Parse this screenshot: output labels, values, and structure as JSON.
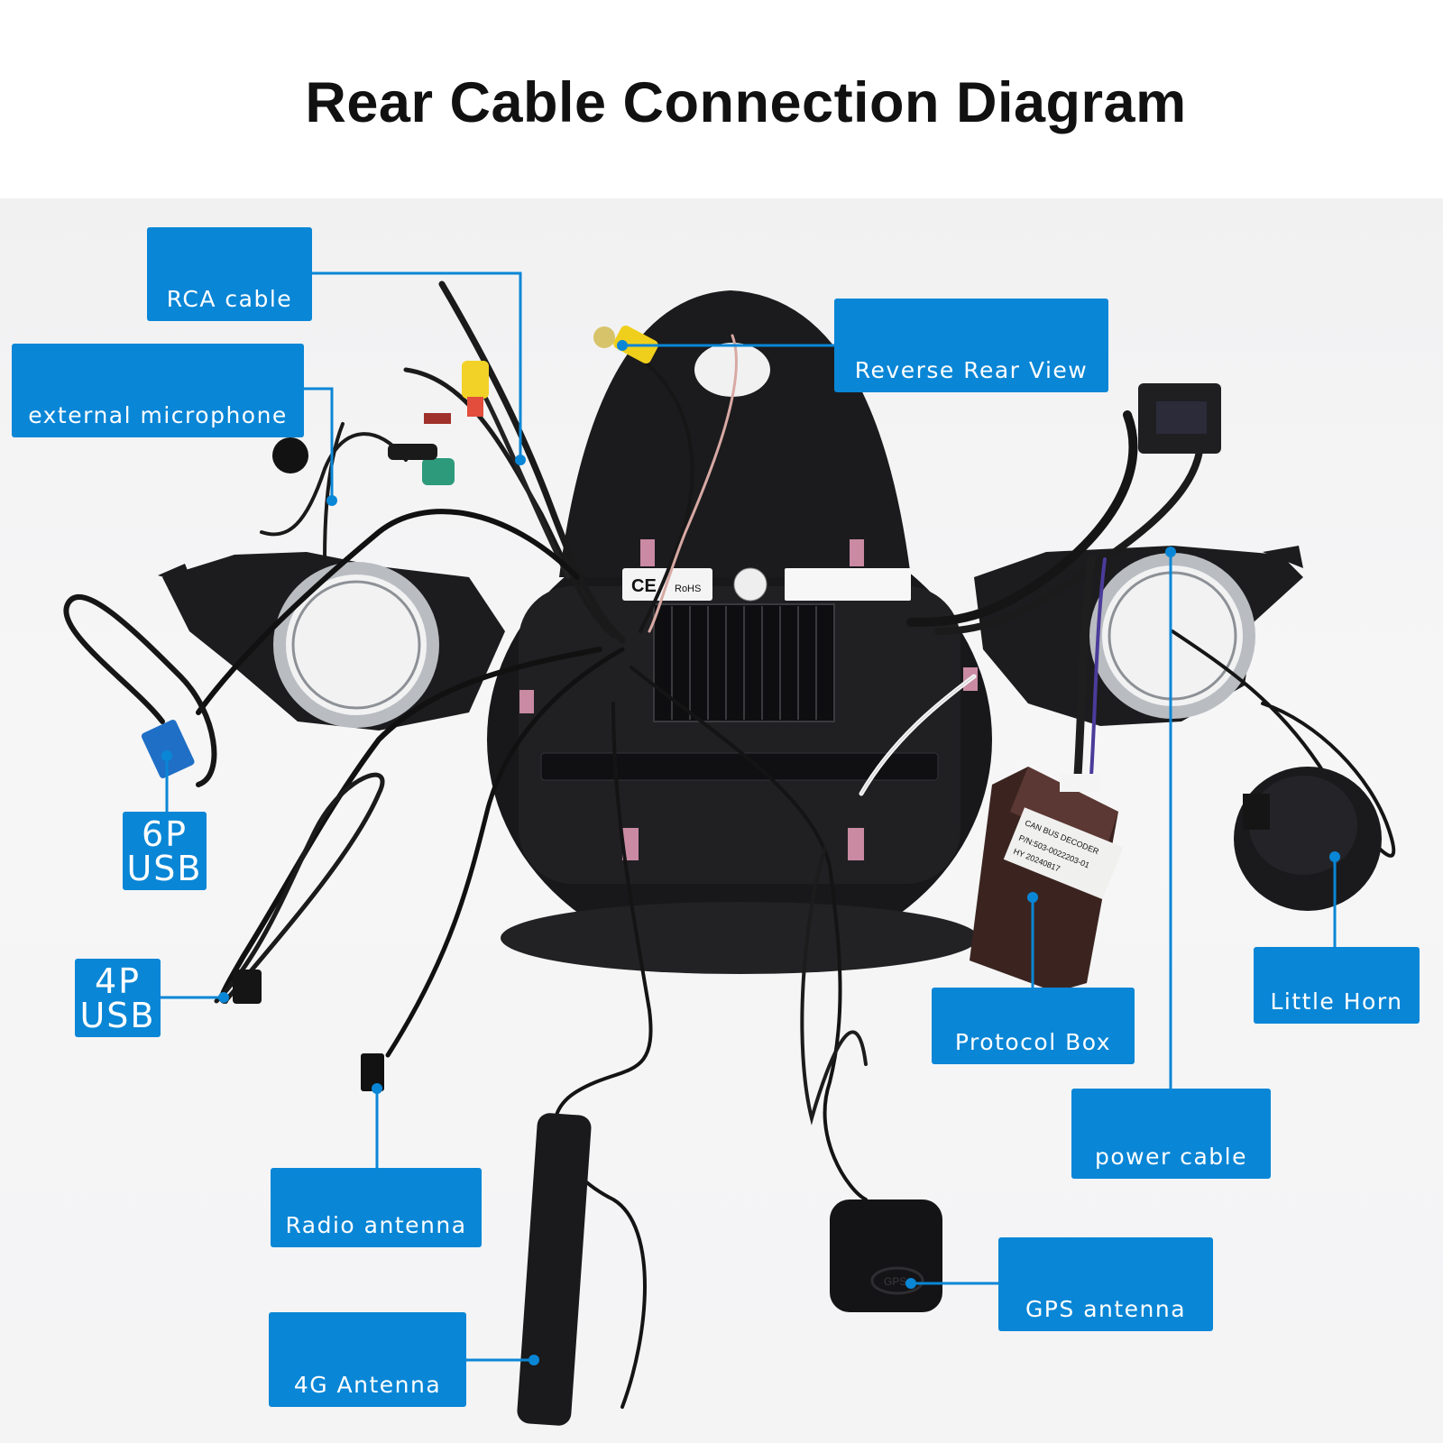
{
  "title": "Rear Cable Connection Diagram",
  "colors": {
    "label_bg": "#0a86d6",
    "leader_line": "#0a86d6",
    "title": "#111111"
  },
  "labels": {
    "rca_cable": "RCA cable",
    "external_microphone": "external microphone",
    "reverse_rear_view": "Reverse Rear View",
    "usb_6p": "6P\nUSB",
    "usb_4p": "4P\nUSB",
    "radio_antenna": "Radio antenna",
    "antenna_4g": "4G Antenna",
    "protocol_box": "Protocol Box",
    "little_horn": "Little Horn",
    "power_cable": "power cable",
    "gps_antenna": "GPS antenna"
  },
  "device_markings": {
    "can_bus_line1": "CAN BUS DECODER",
    "can_bus_line2": "P/N:503-0022203-01",
    "can_bus_line3": "HY 20240817",
    "ce_mark": "CE",
    "rohs_mark": "RoHS",
    "gps_mark": "GPS"
  }
}
